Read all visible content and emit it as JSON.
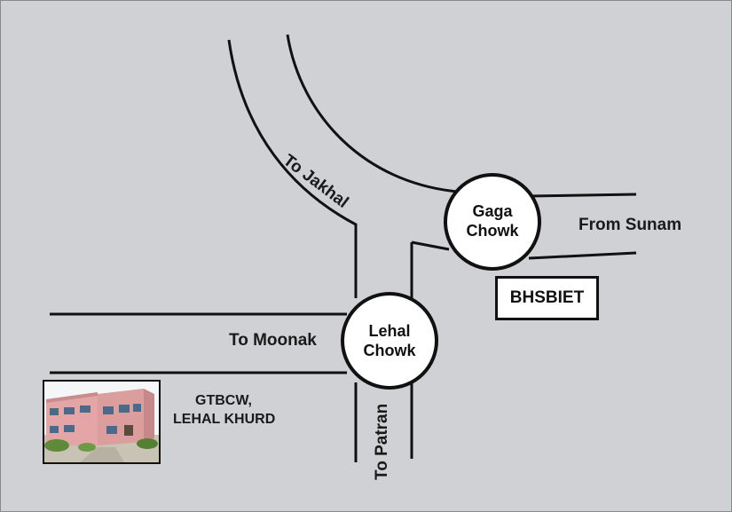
{
  "roads": {
    "to_jakhal": "To Jakhal",
    "from_sunam": "From Sunam",
    "to_moonak": "To Moonak",
    "to_patran": "To Patran"
  },
  "junctions": {
    "gaga": {
      "line1": "Gaga",
      "line2": "Chowk"
    },
    "lehal": {
      "line1": "Lehal",
      "line2": "Chowk"
    }
  },
  "landmarks": {
    "bhsbiet": "BHSBIET",
    "gtbcw_line1": "GTBCW,",
    "gtbcw_line2": "LEHAL KHURD"
  },
  "colors": {
    "background": "#cfd1d4",
    "road": "#111111",
    "circle_fill": "#ffffff",
    "building": "#e3a5a5"
  }
}
